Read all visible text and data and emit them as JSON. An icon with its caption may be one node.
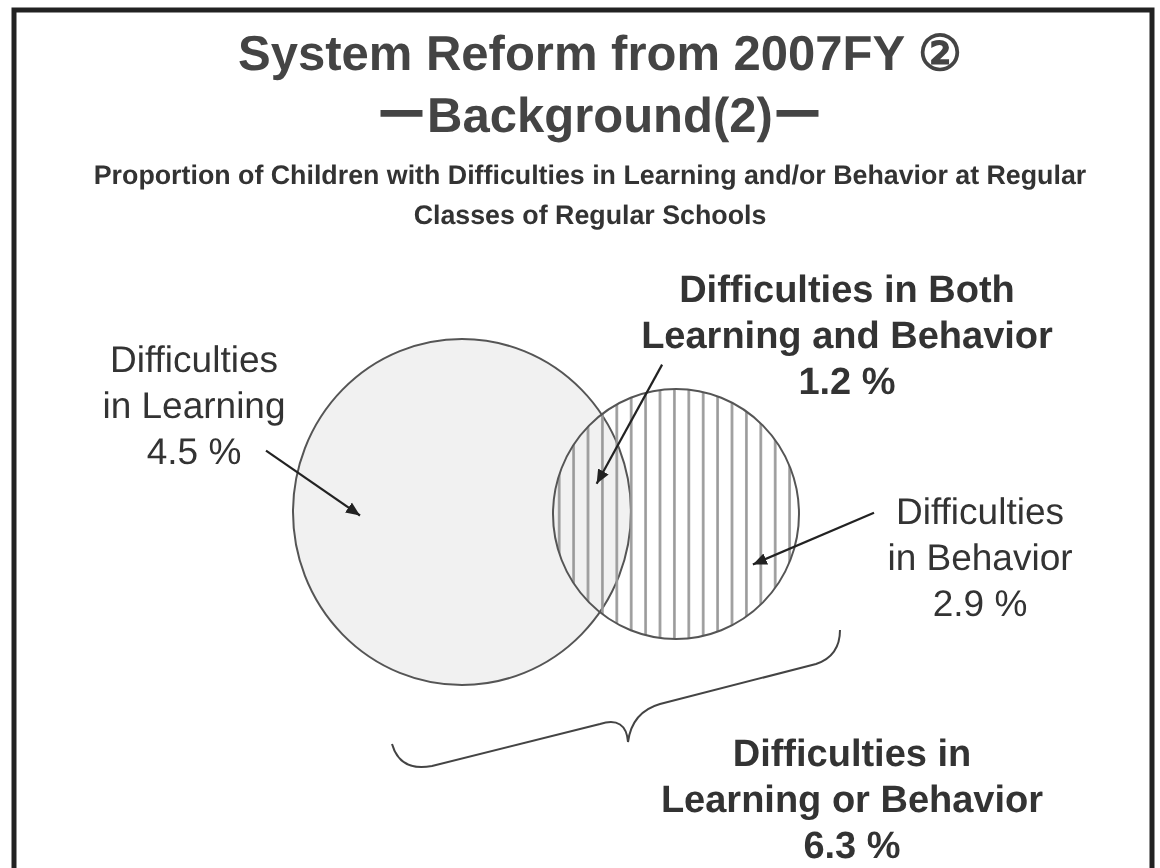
{
  "diagram": {
    "title": "System Reform from 2007FY ② ーBackground(2)ー",
    "nodes": [
      {
        "text": [
          "Difficulties in Learning 4.5 %"
        ]
      },
      {
        "text": [],
        "shape": "circle"
      },
      {
        "text": [
          "Difficulties in Both Learning and Behavior 1.2 %"
        ]
      },
      {
        "text": [],
        "shape": "circle"
      },
      {
        "text": [
          "Difficulties in Behavior 2.9 %"
        ]
      },
      {
        "text": [
          "Difficulties in Learning or Behavior 6.3 %"
        ]
      }
    ],
    "edges": [
      {
        "from": 0,
        "to": 1,
        "arrow": "to"
      },
      {
        "from": 2,
        "to": 3,
        "arrow": "to"
      },
      {
        "from": 4,
        "to": 3,
        "arrow": "to"
      }
    ],
    "labels": [
      "Proportion of Children with Difficulties in Learning and/or Behavior at Regular Classes of Regular Schools"
    ]
  }
}
